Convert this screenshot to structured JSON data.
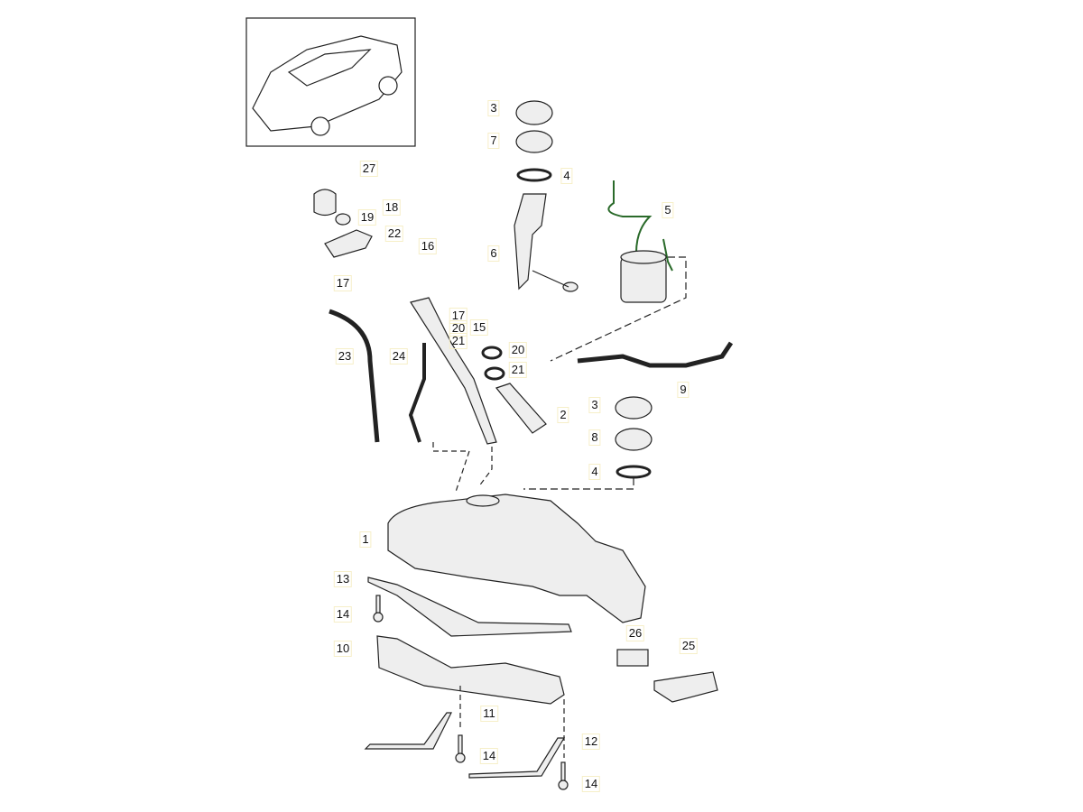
{
  "diagram": {
    "callouts": [
      {
        "id": "c3a",
        "text": "3"
      },
      {
        "id": "c7",
        "text": "7"
      },
      {
        "id": "c4a",
        "text": "4"
      },
      {
        "id": "c5",
        "text": "5"
      },
      {
        "id": "c6",
        "text": "6"
      },
      {
        "id": "c27",
        "text": "27"
      },
      {
        "id": "c18",
        "text": "18"
      },
      {
        "id": "c19",
        "text": "19"
      },
      {
        "id": "c22",
        "text": "22"
      },
      {
        "id": "c16",
        "text": "16"
      },
      {
        "id": "c17a",
        "text": "17"
      },
      {
        "id": "c17b",
        "text": "17"
      },
      {
        "id": "c20a",
        "text": "20"
      },
      {
        "id": "c21a",
        "text": "21"
      },
      {
        "id": "c15",
        "text": "15"
      },
      {
        "id": "c23",
        "text": "23"
      },
      {
        "id": "c24",
        "text": "24"
      },
      {
        "id": "c20b",
        "text": "20"
      },
      {
        "id": "c21b",
        "text": "21"
      },
      {
        "id": "c2",
        "text": "2"
      },
      {
        "id": "c9",
        "text": "9"
      },
      {
        "id": "c3b",
        "text": "3"
      },
      {
        "id": "c8",
        "text": "8"
      },
      {
        "id": "c4b",
        "text": "4"
      },
      {
        "id": "c1",
        "text": "1"
      },
      {
        "id": "c13",
        "text": "13"
      },
      {
        "id": "c14a",
        "text": "14"
      },
      {
        "id": "c10",
        "text": "10"
      },
      {
        "id": "c26",
        "text": "26"
      },
      {
        "id": "c25",
        "text": "25"
      },
      {
        "id": "c11",
        "text": "11"
      },
      {
        "id": "c14b",
        "text": "14"
      },
      {
        "id": "c12",
        "text": "12"
      },
      {
        "id": "c14c",
        "text": "14"
      }
    ],
    "colors": {
      "line": "#222222",
      "part_fill": "#eeeeee",
      "wiring": "#3a8a3a"
    }
  }
}
